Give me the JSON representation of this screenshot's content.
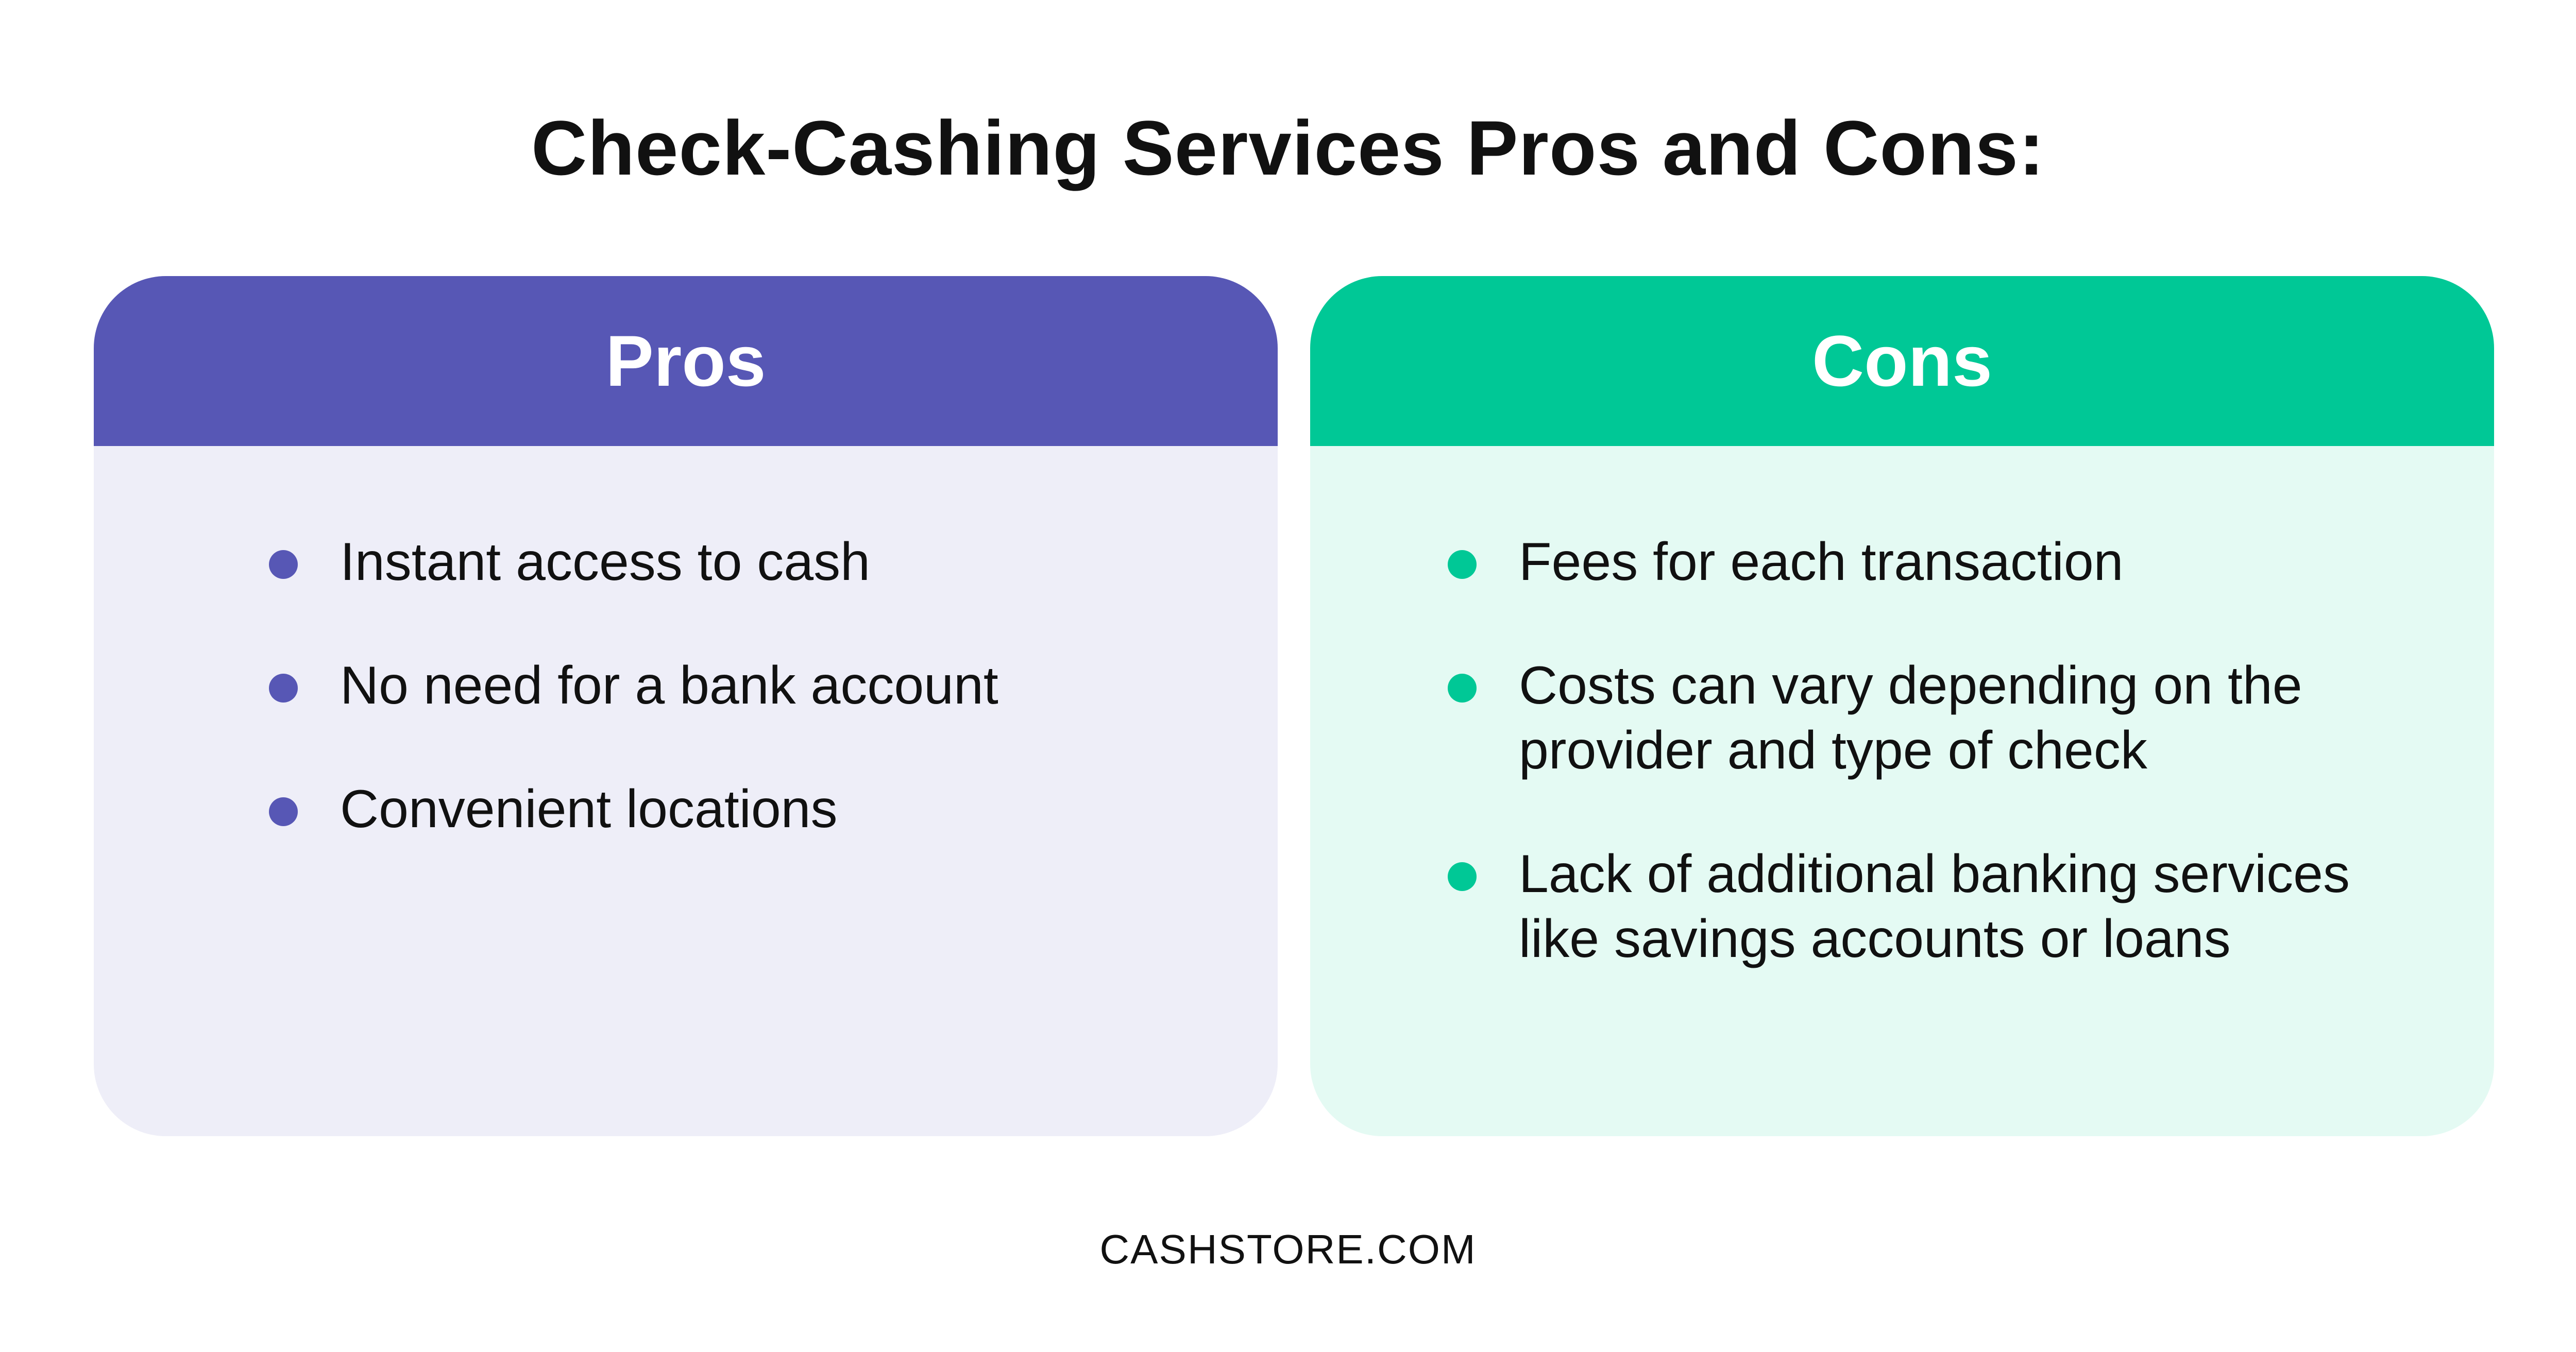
{
  "title": "Check-Cashing Services Pros and Cons:",
  "colors": {
    "pros_header": "#5757B5",
    "pros_body": "#EEEEF8",
    "pros_bullet": "#5757B5",
    "cons_header": "#00C896",
    "cons_body": "#E4FAF3",
    "cons_bullet": "#00C896",
    "text": "#111111"
  },
  "pros": {
    "heading": "Pros",
    "items": [
      "Instant access to cash",
      "No need for a bank account",
      "Convenient locations"
    ]
  },
  "cons": {
    "heading": "Cons",
    "items": [
      "Fees for each transaction",
      "Costs can vary depending on the provider and type of check",
      "Lack of additional banking services like savings accounts or loans"
    ]
  },
  "footer": "CASHSTORE.COM"
}
